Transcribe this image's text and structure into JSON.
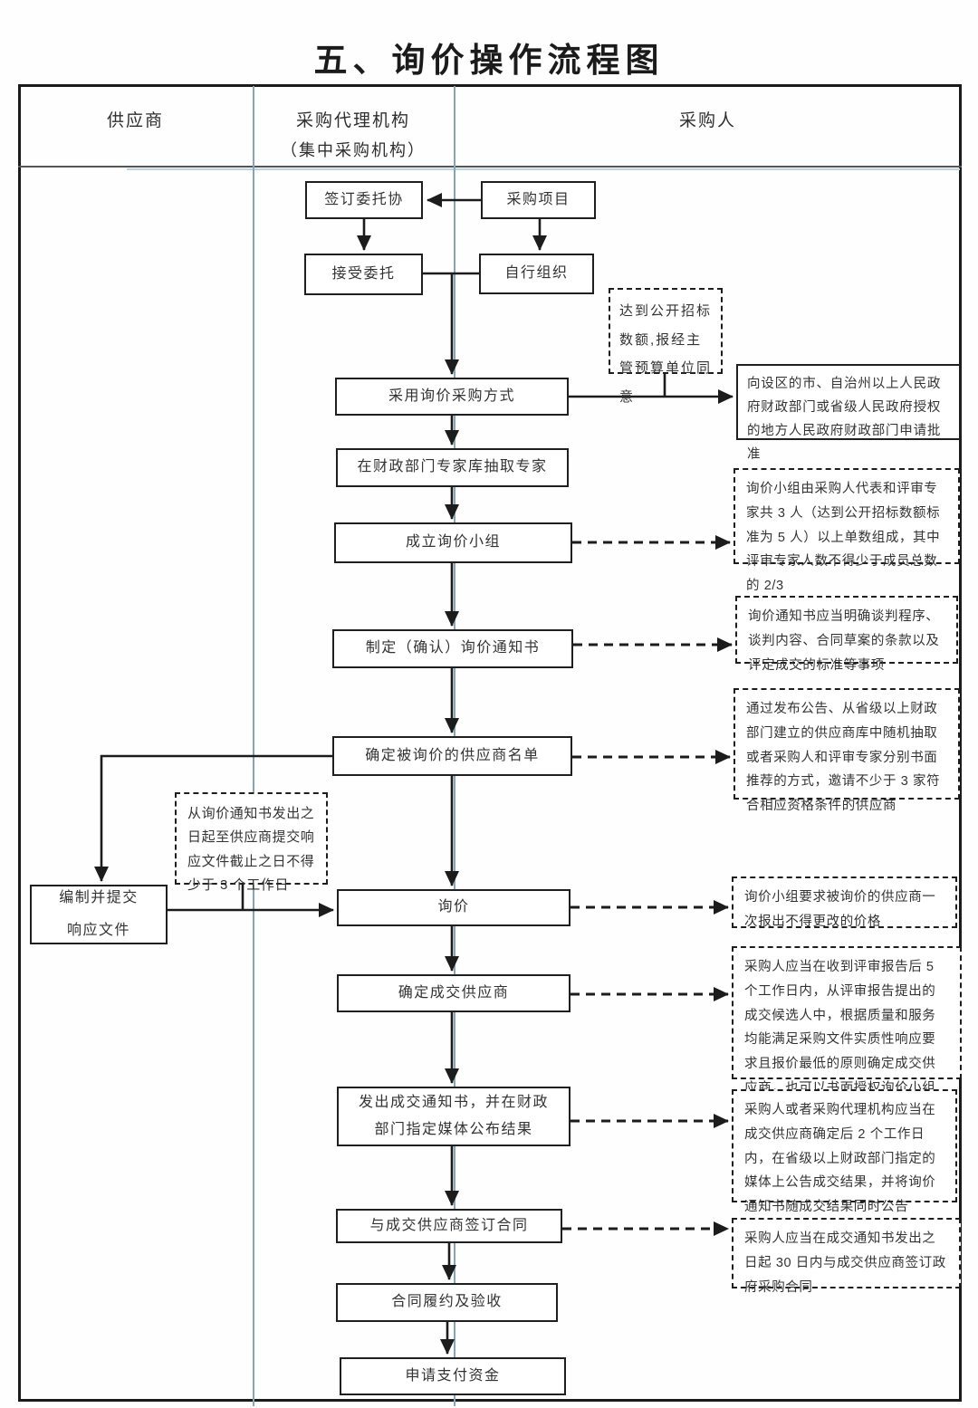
{
  "title": "五、询价操作流程图",
  "lanes": {
    "supplier": "供应商",
    "agency_line1": "采购代理机构",
    "agency_line2": "（集中采购机构）",
    "purchaser": "采购人"
  },
  "nodes": {
    "sign": "签订委托协",
    "project": "采购项目",
    "accept": "接受委托",
    "self_org": "自行组织",
    "adopt": "采用询价采购方式",
    "experts": "在财政部门专家库抽取专家",
    "team": "成立询价小组",
    "notice": "制定（确认）询价通知书",
    "supplier_list": "确定被询价的供应商名单",
    "prepare_line1": "编制并提交",
    "prepare_line2": "响应文件",
    "inquiry": "询价",
    "winner": "确定成交供应商",
    "announce": "发出成交通知书，并在财政部门指定媒体公布结果",
    "contract": "与成交供应商签订合同",
    "fulfil": "合同履约及验收",
    "payment": "申请支付资金",
    "approval": "向设区的市、自治州以上人民政府财政部门或省级人民政府授权的地方人民政府财政部门申请批准"
  },
  "notes": {
    "threshold": "达到公开招标数额,报经主管预算单位同意",
    "team": "询价小组由采购人代表和评审专家共 3 人（达到公开招标数额标准为 5 人）以上单数组成，其中评审专家人数不得少于成员总数的 2/3",
    "notice": "询价通知书应当明确谈判程序、谈判内容、合同草案的条款以及评定成交的标准等事项",
    "suppliers": "通过发布公告、从省级以上财政部门建立的供应商库中随机抽取或者采购人和评审专家分别书面推荐的方式，邀请不少于 3 家符合相应资格条件的供应商",
    "days": "从询价通知书发出之日起至供应商提交响应文件截止之日不得少于 3 个工作日",
    "quote": "询价小组要求被询价的供应商一次报出不得更改的价格",
    "determine": "采购人应当在收到评审报告后 5 个工作日内，从评审报告提出的成交候选人中，根据质量和服务均能满足采购文件实质性响应要求且报价最低的原则确定成交供应商，也可以书面授权询价小组直接确定成交供应商",
    "announce": "采购人或者采购代理机构应当在成交供应商确定后 2 个工作日内，在省级以上财政部门指定的媒体上公告成交结果，并将询价通知书随成交结果同时公告",
    "contract": "采购人应当在成交通知书发出之日起 30 日内与成交供应商签订政府采购合同"
  },
  "colors": {
    "line": "#1f1f1f",
    "lane_divider": "#87a5b4",
    "box_background": "#ffffff"
  }
}
